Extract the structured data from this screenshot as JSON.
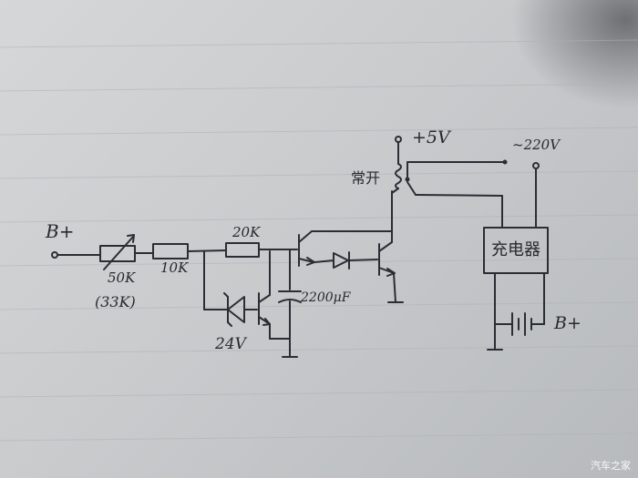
{
  "labels": {
    "b_plus_in": "B+",
    "r_50k": "50K",
    "r_50k_alt": "(33K)",
    "r_10k": "10K",
    "r_20k": "20K",
    "zener": "24V",
    "capacitor": "2200μF",
    "supply": "+5V",
    "relay_contact": "常开",
    "mains": "~220V",
    "charger": "充电器",
    "b_plus_out": "B+"
  },
  "watermark": "汽车之家",
  "colors": {
    "ink": "#2a2d33",
    "paper": "#cfd1d3"
  }
}
